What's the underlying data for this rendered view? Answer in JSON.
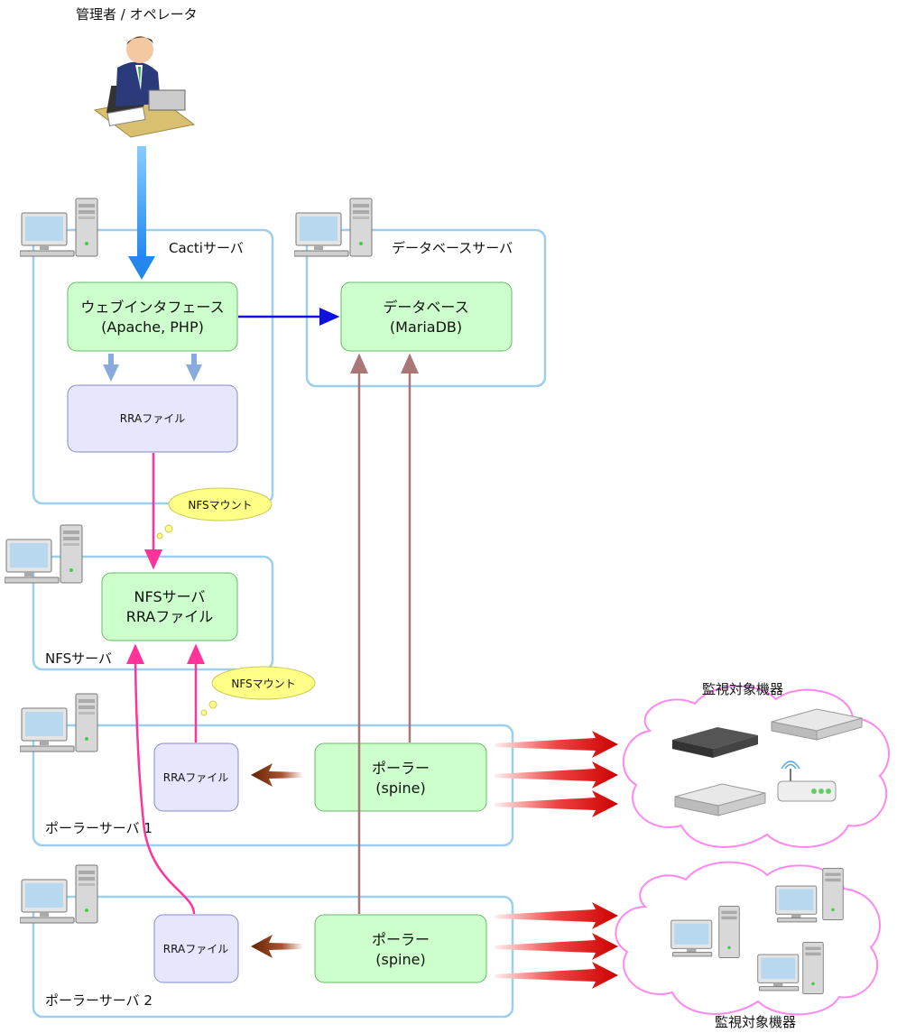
{
  "operator": {
    "label": "管理者 / オペレータ"
  },
  "servers": {
    "cacti": {
      "label": "Cactiサーバ"
    },
    "database": {
      "label": "データベースサーバ"
    },
    "nfs": {
      "label": "NFSサーバ"
    },
    "poller1": {
      "label": "ポーラーサーバ 1"
    },
    "poller2": {
      "label": "ポーラーサーバ 2"
    }
  },
  "nodes": {
    "web": {
      "line1": "ウェブインタフェース",
      "line2": "(Apache, PHP)"
    },
    "db": {
      "line1": "データベース",
      "line2": "(MariaDB)"
    },
    "rra_cacti": {
      "label": "RRAファイル"
    },
    "nfs_server": {
      "line1": "NFSサーバ",
      "line2": "RRAファイル"
    },
    "rra_poller1": {
      "label": "RRAファイル"
    },
    "poller1": {
      "line1": "ポーラー",
      "line2": "(spine)"
    },
    "rra_poller2": {
      "label": "RRAファイル"
    },
    "poller2": {
      "line1": "ポーラー",
      "line2": "(spine)"
    }
  },
  "bubbles": {
    "nfs_mount_1": "NFSマウント",
    "nfs_mount_2": "NFSマウント"
  },
  "clouds": {
    "monitored_1": {
      "label": "監視対象機器"
    },
    "monitored_2": {
      "label": "監視対象機器"
    }
  },
  "colors": {
    "server_border": "#9ccfee",
    "green_node": "#ccffcc",
    "green_border": "#66bb66",
    "lavender_node": "#e6e6fc",
    "lavender_border": "#8888cc",
    "arrow_web_db": "#1111dd",
    "arrow_brown": "#aa7777",
    "arrow_nfs": "#ff3399",
    "arrow_red": "#dd1111",
    "arrow_dark": "#772200",
    "cloud_border": "#ff88ee",
    "bubble_fill": "#ffff88"
  }
}
